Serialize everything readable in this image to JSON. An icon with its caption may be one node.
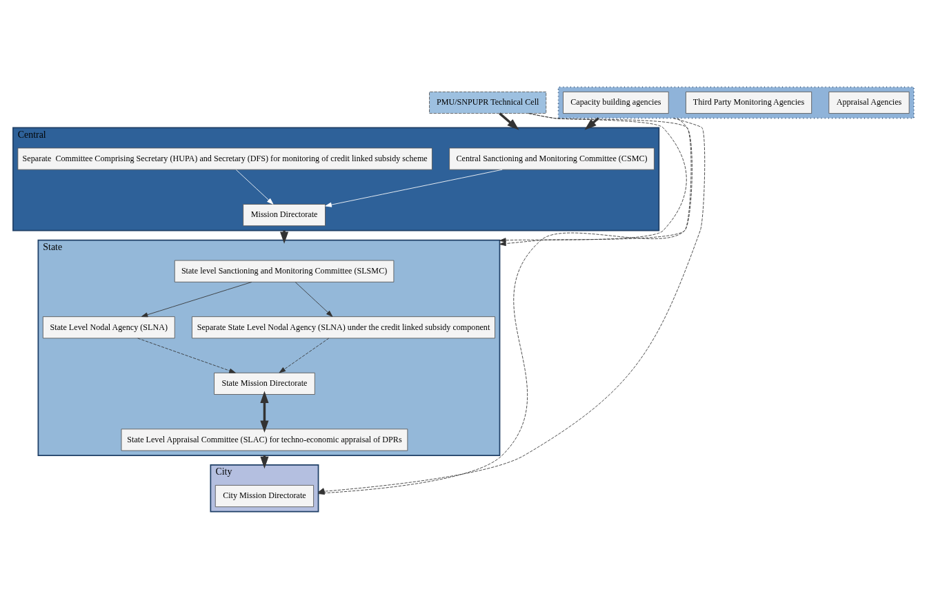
{
  "diagram": {
    "nodes": [
      {
        "text": [
          "PMU/SNPUPR Technical Cell"
        ]
      },
      {
        "text": [
          "Central"
        ]
      },
      {
        "text": [
          "Central Sanctioning and Monitoring Committee (CSMC)"
        ],
        "in": 1
      },
      {
        "text": [
          "Separate  Committee Comprising Secretary (HUPA) and Secretary (DFS) for monitoring of credit linked subsidy scheme"
        ],
        "in": 1
      },
      {
        "text": [
          "Mission Directorate"
        ],
        "in": 1
      },
      {
        "text": [],
        "shape": "box"
      },
      {
        "text": [
          "Appraisal Agencies"
        ],
        "in": 5
      },
      {
        "text": [
          "Third Party Monitoring Agencies"
        ],
        "in": 5
      },
      {
        "text": [
          "Capacity building agencies"
        ],
        "in": 5
      },
      {
        "text": [
          "State"
        ]
      },
      {
        "text": [
          "State level Sanctioning and Monitoring Committee (SLSMC)"
        ],
        "in": 9
      },
      {
        "text": [
          "State Level Nodal Agency (SLNA)"
        ],
        "in": 9
      },
      {
        "text": [
          "Separate State Level Nodal Agency (SLNA) under the credit linked subsidy component"
        ],
        "in": 9
      },
      {
        "text": [
          "State Mission Directorate"
        ],
        "in": 9
      },
      {
        "text": [
          "State Level Appraisal Committee (SLAC) for techno-economic appraisal of DPRs"
        ],
        "in": 9
      },
      {
        "text": [
          "City"
        ]
      },
      {
        "text": [
          "City Mission Directorate"
        ],
        "in": 15
      }
    ],
    "edges": [
      {
        "from": 0,
        "to": 1,
        "arrow": "to",
        "style": "thick"
      },
      {
        "from": 5,
        "to": 1,
        "arrow": "to",
        "style": "thick"
      },
      {
        "from": 2,
        "to": 4,
        "arrow": "to",
        "color": "#ffffff"
      },
      {
        "from": 3,
        "to": 4,
        "arrow": "to",
        "color": "#ffffff"
      },
      {
        "from": 1,
        "to": 9,
        "arrow": "to",
        "style": "thick"
      },
      {
        "from": 10,
        "to": 11,
        "arrow": "to"
      },
      {
        "from": 10,
        "to": 12,
        "arrow": "to"
      },
      {
        "from": 11,
        "to": 13,
        "arrow": "to",
        "style": "dashed"
      },
      {
        "from": 12,
        "to": 13,
        "arrow": "to",
        "style": "dashed"
      },
      {
        "from": 13,
        "to": 14,
        "arrow": "both",
        "style": "thick"
      },
      {
        "from": 9,
        "to": 15,
        "arrow": "to",
        "style": "thick"
      },
      {
        "from": 0,
        "to": 9,
        "arrow": "to",
        "style": "dashed"
      },
      {
        "from": 0,
        "to": 15,
        "arrow": "to",
        "style": "dashed"
      },
      {
        "from": 5,
        "to": 9,
        "arrow": "to",
        "style": "dashed"
      },
      {
        "from": 5,
        "to": 15,
        "arrow": "to",
        "style": "dashed"
      }
    ]
  }
}
